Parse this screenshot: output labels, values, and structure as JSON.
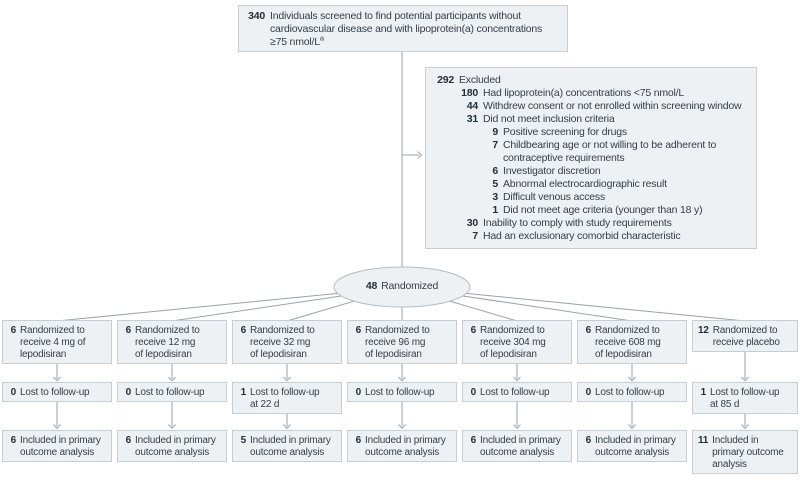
{
  "top_box": {
    "num": "340",
    "text": "Individuals screened to find potential participants without\ncardiovascular disease and with lipoprotein(a) concentrations\n≥75 nmol/L",
    "footnote_marker": "a"
  },
  "excluded_box": {
    "items": [
      {
        "num": "292",
        "text": "Excluded",
        "level": 0
      },
      {
        "num": "180",
        "text": "Had lipoprotein(a) concentrations <75 nmol/L",
        "level": 1
      },
      {
        "num": "44",
        "text": "Withdrew consent or not enrolled within screening window",
        "level": 1
      },
      {
        "num": "31",
        "text": "Did not meet inclusion criteria",
        "level": 1
      },
      {
        "num": "9",
        "text": "Positive screening for drugs",
        "level": 2
      },
      {
        "num": "7",
        "text": "Childbearing age or not willing to be adherent to\ncontraceptive requirements",
        "level": 2
      },
      {
        "num": "6",
        "text": "Investigator discretion",
        "level": 2
      },
      {
        "num": "5",
        "text": "Abnormal electrocardiographic result",
        "level": 2
      },
      {
        "num": "3",
        "text": "Difficult venous access",
        "level": 2
      },
      {
        "num": "1",
        "text": "Did not meet age criteria (younger than 18 y)",
        "level": 2
      },
      {
        "num": "30",
        "text": "Inability to comply with study requirements",
        "level": 1
      },
      {
        "num": "7",
        "text": "Had an exclusionary comorbid characteristic",
        "level": 1
      }
    ]
  },
  "randomized_oval": {
    "num": "48",
    "label": "Randomized"
  },
  "columns": [
    {
      "randomized": {
        "num": "6",
        "text": "Randomized to\nreceive 4 mg of\nlepodisiran"
      },
      "lost": {
        "num": "0",
        "text": "Lost to follow-up"
      },
      "included": {
        "num": "6",
        "text": "Included in primary\noutcome analysis"
      }
    },
    {
      "randomized": {
        "num": "6",
        "text": "Randomized to\nreceive 12 mg\nof lepodisiran"
      },
      "lost": {
        "num": "0",
        "text": "Lost to follow-up"
      },
      "included": {
        "num": "6",
        "text": "Included in primary\noutcome analysis"
      }
    },
    {
      "randomized": {
        "num": "6",
        "text": "Randomized to\nreceive 32 mg\nof lepodisiran"
      },
      "lost": {
        "num": "1",
        "text": "Lost to follow-up\nat 22 d"
      },
      "included": {
        "num": "5",
        "text": "Included in primary\noutcome analysis"
      }
    },
    {
      "randomized": {
        "num": "6",
        "text": "Randomized to\nreceive 96 mg\nof lepodisiran"
      },
      "lost": {
        "num": "0",
        "text": "Lost to follow-up"
      },
      "included": {
        "num": "6",
        "text": "Included in primary\noutcome analysis"
      }
    },
    {
      "randomized": {
        "num": "6",
        "text": "Randomized to\nreceive 304 mg\nof lepodisiran"
      },
      "lost": {
        "num": "0",
        "text": "Lost to follow-up"
      },
      "included": {
        "num": "6",
        "text": "Included in primary\noutcome analysis"
      }
    },
    {
      "randomized": {
        "num": "6",
        "text": "Randomized to\nreceive 608 mg\nof lepodisiran"
      },
      "lost": {
        "num": "0",
        "text": "Lost to follow-up"
      },
      "included": {
        "num": "6",
        "text": "Included in primary\noutcome analysis"
      }
    },
    {
      "randomized": {
        "num": "12",
        "text": "Randomized to\nreceive placebo"
      },
      "lost": {
        "num": "1",
        "text": "Lost to follow-up\nat 85 d"
      },
      "included": {
        "num": "11",
        "text": "Included in\nprimary outcome\nanalysis"
      }
    }
  ],
  "colors": {
    "box_fill": "#edf1f4",
    "box_border": "#c6cdd4",
    "text": "#333f49",
    "connector_line": "#98a2ab"
  }
}
